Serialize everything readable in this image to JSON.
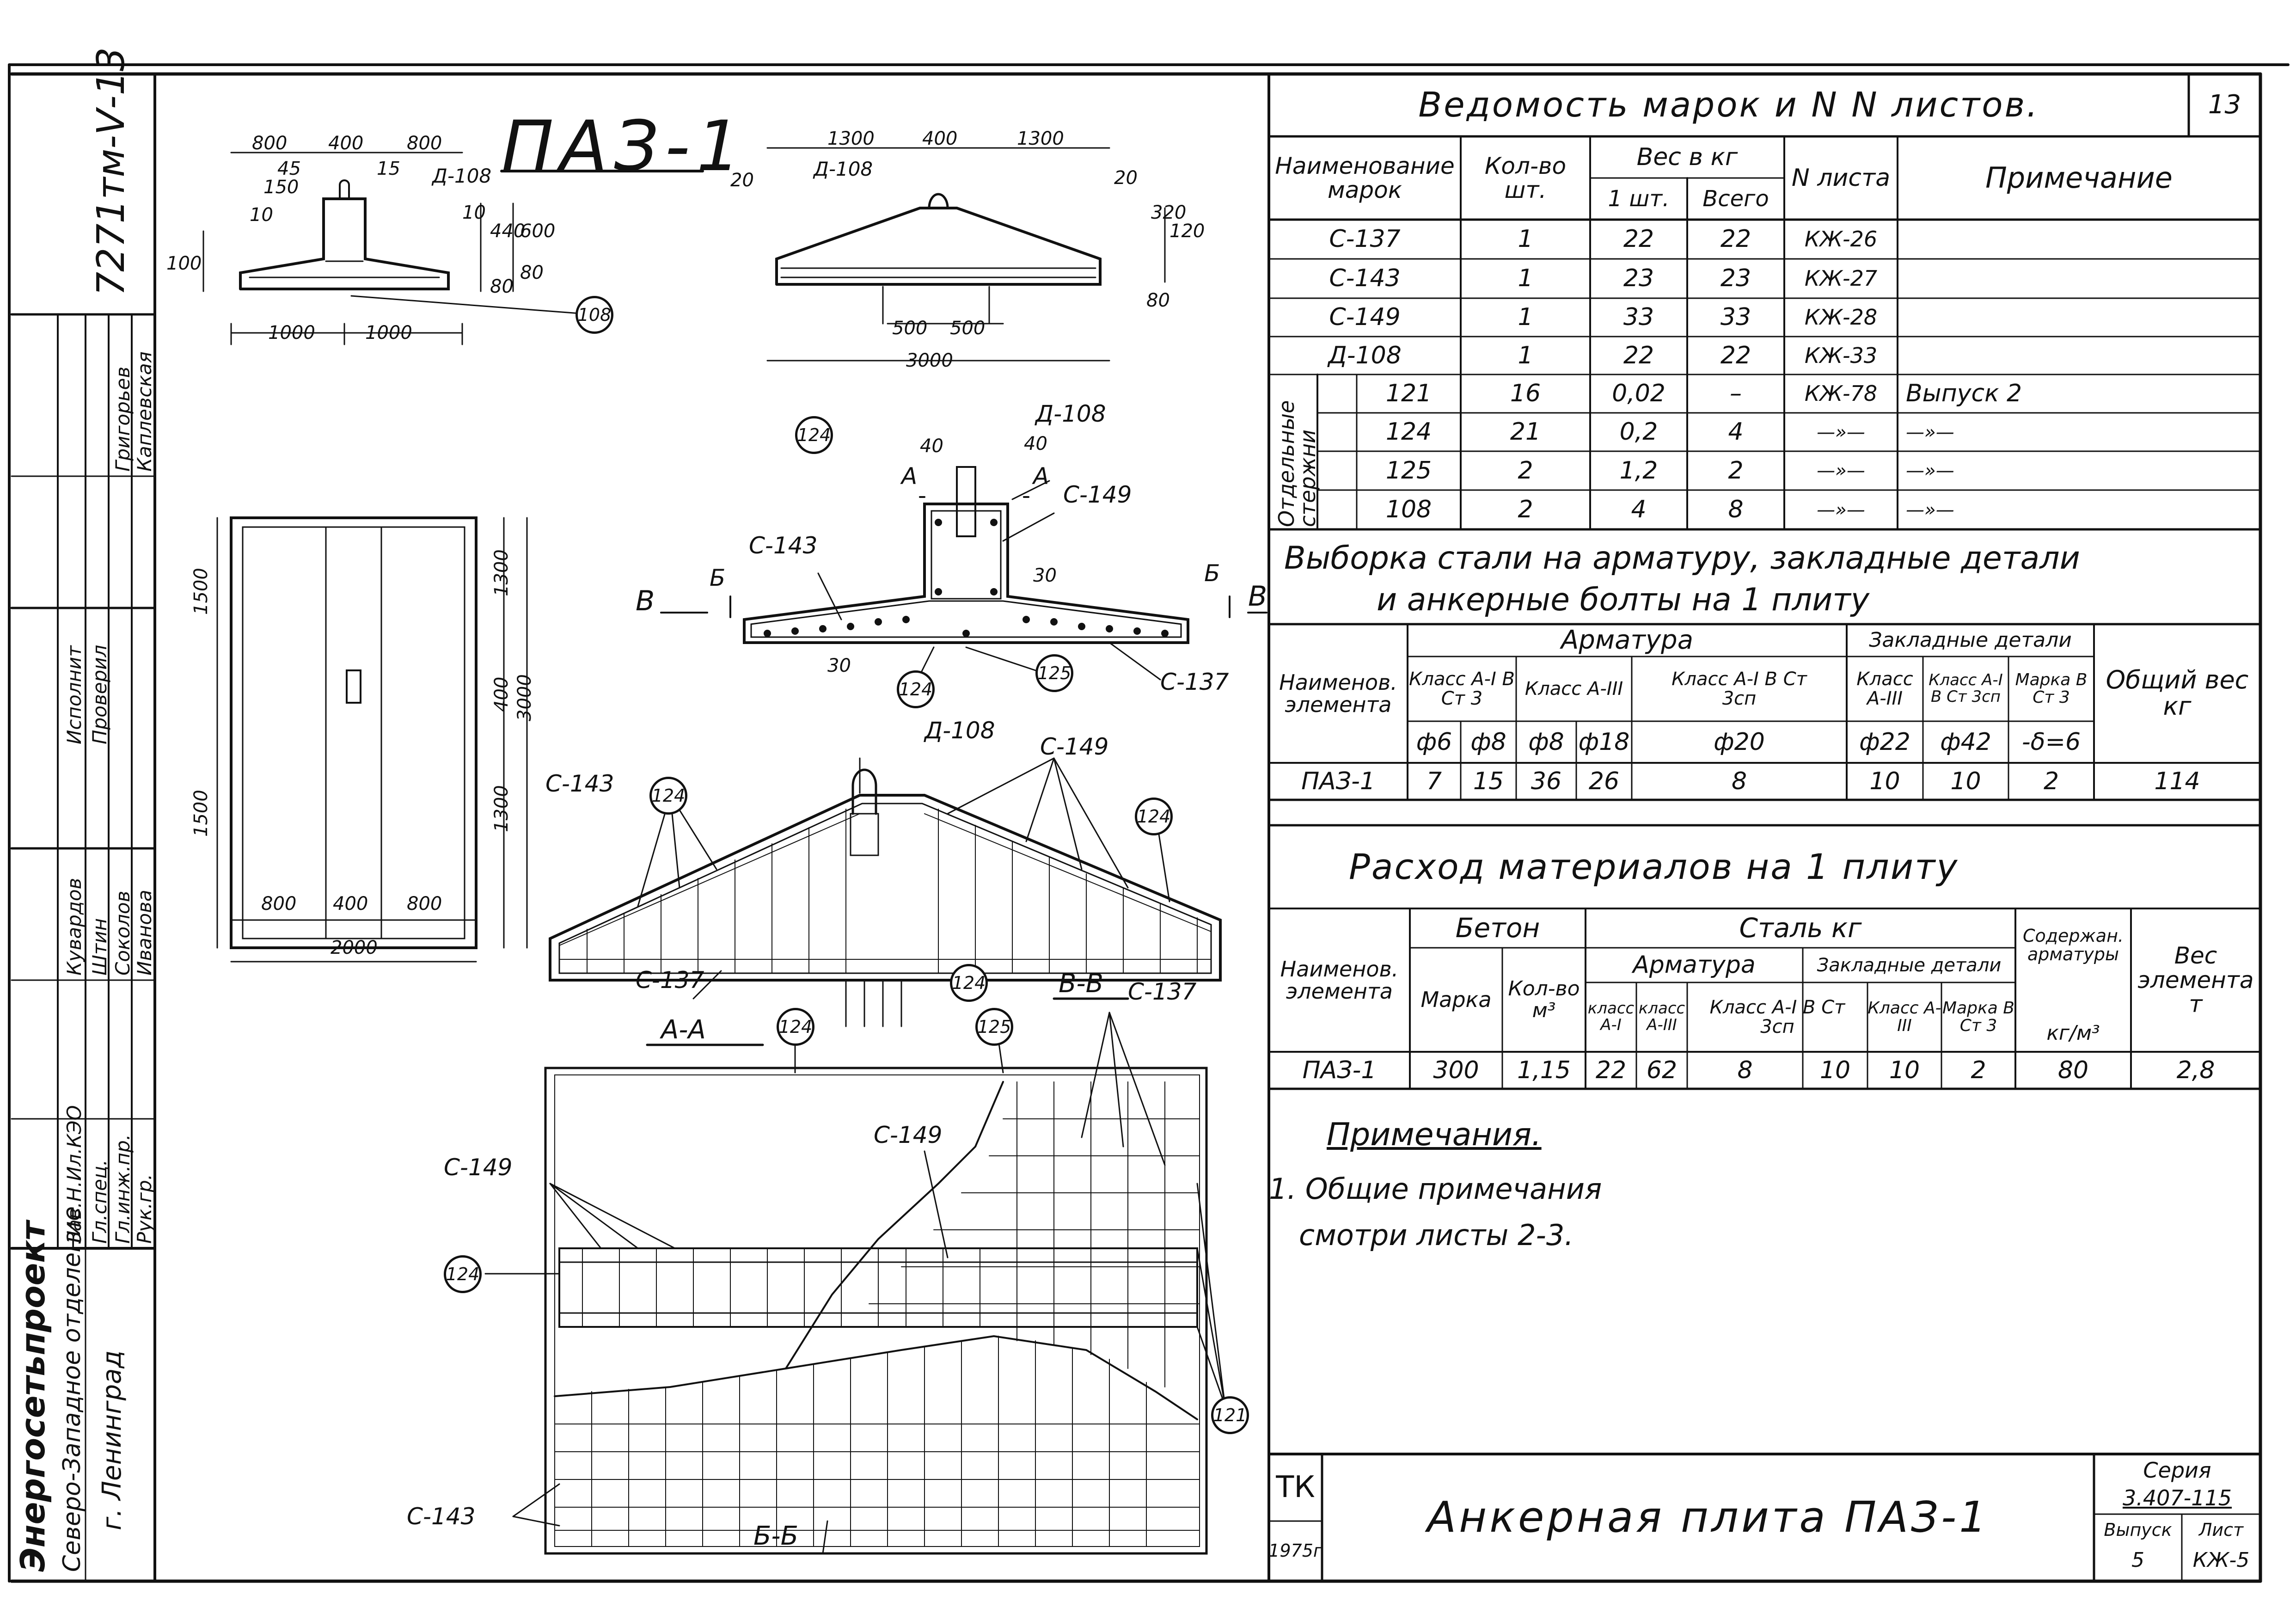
{
  "sheet_number": "13",
  "drawing_code": "7271тм-Ⅴ-13",
  "title_block": {
    "org": "Энергосетьпроект",
    "branch": "Северо-Западное отделение",
    "city": "г. Ленинград",
    "roles": [
      "Зав.Н.Ил.КЭО",
      "Гл.спец.",
      "Гл.инж.пр.",
      "Рук.гр.",
      "Исполнит",
      "Проверил"
    ],
    "names": [
      "Кувардов",
      "Штин",
      "Соколов",
      "Иванова",
      "Григорьев",
      "Каплевская"
    ],
    "stamp_left": "ТК",
    "year": "1975г",
    "main_title": "Анкерная плита ПАЗ-1",
    "series_label": "Серия",
    "series_value": "3.407-115",
    "issue_label": "Выпуск",
    "issue_value": "5",
    "sheet_label": "Лист",
    "sheet_value": "КЖ-5"
  },
  "part_title": "ПАЗ-1",
  "schedule": {
    "title": "Ведомость марок и N N листов.",
    "h_name": "Наименование марок",
    "h_qty": "Кол-во шт.",
    "h_weight": "Вес в кг",
    "h_w1": "1 шт.",
    "h_wall": "Всего",
    "h_sheet": "N листа",
    "h_note": "Примечание",
    "group_label": "Отдельные стержни",
    "rows": [
      {
        "name": "С-137",
        "qty": "1",
        "w1": "22",
        "wall": "22",
        "sheet": "КЖ-26",
        "note": ""
      },
      {
        "name": "С-143",
        "qty": "1",
        "w1": "23",
        "wall": "23",
        "sheet": "КЖ-27",
        "note": ""
      },
      {
        "name": "С-149",
        "qty": "1",
        "w1": "33",
        "wall": "33",
        "sheet": "КЖ-28",
        "note": ""
      },
      {
        "name": "Д-108",
        "qty": "1",
        "w1": "22",
        "wall": "22",
        "sheet": "КЖ-33",
        "note": ""
      },
      {
        "name": "121",
        "qty": "16",
        "w1": "0,02",
        "wall": "–",
        "sheet": "КЖ-78",
        "note": "Выпуск 2"
      },
      {
        "name": "124",
        "qty": "21",
        "w1": "0,2",
        "wall": "4",
        "sheet": "—»—",
        "note": "—»—"
      },
      {
        "name": "125",
        "qty": "2",
        "w1": "1,2",
        "wall": "2",
        "sheet": "—»—",
        "note": "—»—"
      },
      {
        "name": "108",
        "qty": "2",
        "w1": "4",
        "wall": "8",
        "sheet": "—»—",
        "note": "—»—"
      }
    ]
  },
  "steel": {
    "title1": "Выборка стали на арматуру, закладные детали",
    "title2": "и анкерные болты на 1 плиту",
    "h_name": "Наименов. элемента",
    "h_arm": "Арматура",
    "h_emb": "Закладные детали",
    "h_total": "Общий вес кг",
    "h_c1": "Класс А-I В Ст 3",
    "h_c2": "Класс А-III",
    "h_c3": "Класс А-I В Ст 3сп",
    "h_c4": "Класс А-III",
    "h_c5": "Класс А-I В Ст 3сп",
    "h_c6": "Марка В Ст 3",
    "d": [
      "ф6",
      "ф8",
      "ф8",
      "ф18",
      "ф20",
      "ф22",
      "ф42",
      "-δ=6"
    ],
    "row_name": "ПАЗ-1",
    "row": [
      "7",
      "15",
      "36",
      "26",
      "8",
      "10",
      "10",
      "2"
    ],
    "row_total": "114"
  },
  "materials": {
    "title": "Расход материалов на 1 плиту",
    "h_name": "Наименов. элемента",
    "h_concrete": "Бетон",
    "h_steel": "Сталь кг",
    "h_arm": "Арматура",
    "h_emb": "Закладные детали",
    "h_content": "Содержан. арматуры",
    "h_weight": "Вес элемента т",
    "h_grade": "Марка",
    "h_vol": "Кол-во м³",
    "h_a1": "класс А-I",
    "h_a3": "класс А-III",
    "h_a1sp": "Класс А-I В Ст 3сп",
    "h_e3": "Класс А-III",
    "h_est": "Марка В Ст 3",
    "h_unit": "кг/м³",
    "h_unit_w": "т",
    "row_name": "ПАЗ-1",
    "row": [
      "300",
      "1,15",
      "22",
      "62",
      "8",
      "10",
      "10",
      "2",
      "80",
      "2,8"
    ]
  },
  "notes": {
    "title": "Примечания.",
    "line1": "1. Общие примечания",
    "line2": "смотри листы 2-3."
  },
  "dims": {
    "top_left": [
      "800",
      "400",
      "800",
      "45",
      "15",
      "150",
      "10",
      "10",
      "440",
      "600",
      "100",
      "80",
      "80",
      "1000",
      "1000"
    ],
    "top_right": [
      "1300",
      "400",
      "1300",
      "20",
      "20",
      "320",
      "120",
      "80",
      "500",
      "500",
      "3000"
    ],
    "plan": [
      "1500",
      "1500",
      "1300",
      "400",
      "1300",
      "3000",
      "800",
      "400",
      "800",
      "2000"
    ],
    "section": [
      "40",
      "40",
      "30",
      "30"
    ]
  },
  "marks": {
    "d108": "Д-108",
    "c137": "С-137",
    "c143": "С-143",
    "c149": "С-149",
    "n108": "108",
    "n121": "121",
    "n124": "124",
    "n125": "125",
    "sec_a": "А",
    "sec_b": "Б",
    "sec_v": "В",
    "aa": "А-А",
    "bb": "Б-Б",
    "vv": "В-В"
  }
}
